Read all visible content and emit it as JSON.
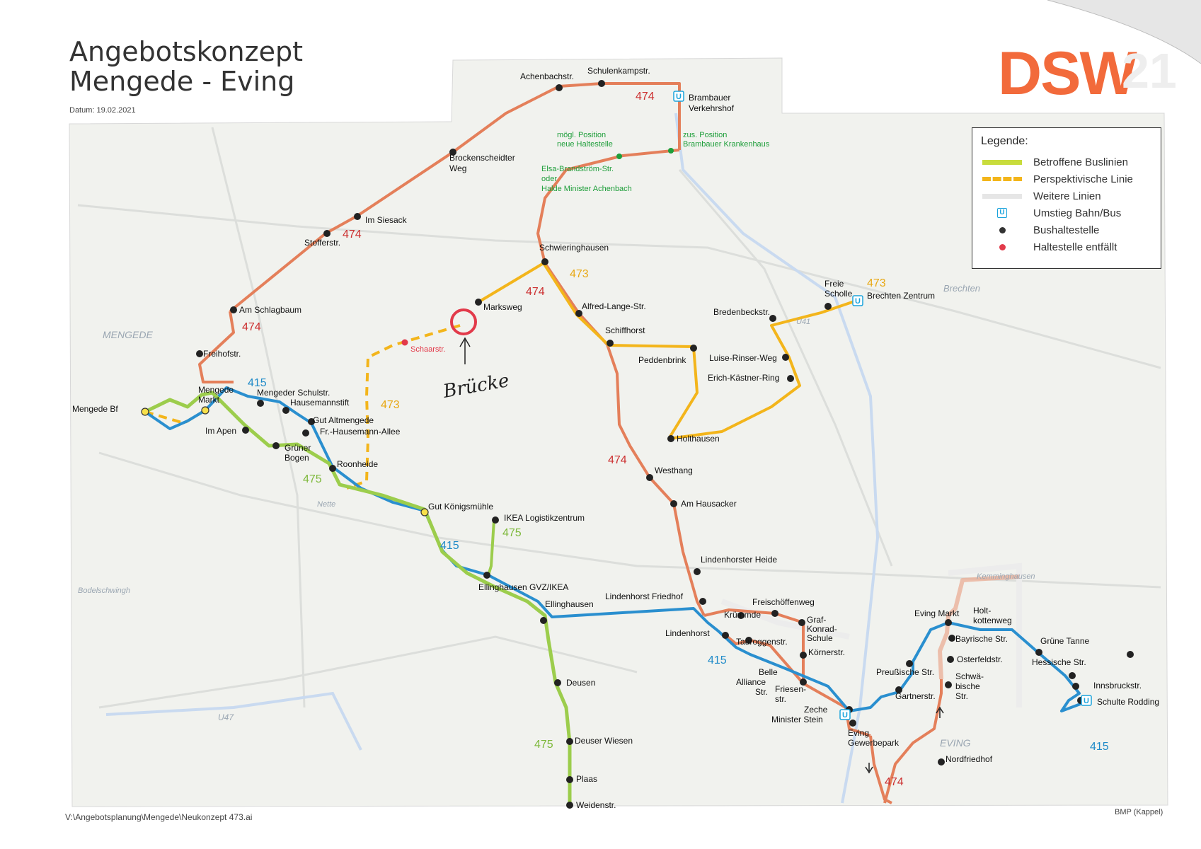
{
  "header": {
    "title_line1": "Angebotskonzept",
    "title_line2": "Mengede - Eving",
    "date": "Datum: 19.02.2021",
    "brand": "DSW",
    "brand_suffix": "21",
    "brand_color": "#f26a3b"
  },
  "footer": {
    "file_path": "V:\\Angebotsplanung\\Mengede\\Neukonzept 473.ai",
    "credit": "BMP (Kappel)"
  },
  "legend": {
    "title": "Legende:",
    "items": [
      {
        "label": "Betroffene Buslinien",
        "symbol": "green-line",
        "color": "#c8dc3c"
      },
      {
        "label": "Perspektivische Linie",
        "symbol": "dashed-line",
        "color": "#f3b51b"
      },
      {
        "label": "Weitere Linien",
        "symbol": "grey-line",
        "color": "#e6e6e6"
      },
      {
        "label": "Umstieg Bahn/Bus",
        "symbol": "u-icon",
        "color": "#1aa3dc"
      },
      {
        "label": "Bushaltestelle",
        "symbol": "bus-stop-dot",
        "color": "#333333"
      },
      {
        "label": "Haltestelle entfällt",
        "symbol": "removed-stop-dot",
        "color": "#e23a4a"
      }
    ]
  },
  "colors": {
    "line_474": "#e47f5a",
    "line_473": "#f3b51b",
    "line_415": "#2a8fcf",
    "line_475": "#9ccd4c",
    "label_474": "#cc2f2f",
    "label_473": "#e8a814",
    "label_415": "#1e8ac8",
    "label_475": "#7db83a",
    "green_text": "#1e9e3a"
  },
  "route_labels": [
    {
      "text": "474",
      "line": "474"
    },
    {
      "text": "474",
      "line": "474"
    },
    {
      "text": "474",
      "line": "474"
    },
    {
      "text": "474",
      "line": "474"
    },
    {
      "text": "474",
      "line": "474"
    },
    {
      "text": "474",
      "line": "474"
    },
    {
      "text": "473",
      "line": "473"
    },
    {
      "text": "473",
      "line": "473"
    },
    {
      "text": "473",
      "line": "473"
    },
    {
      "text": "415",
      "line": "415"
    },
    {
      "text": "415",
      "line": "415"
    },
    {
      "text": "415",
      "line": "415"
    },
    {
      "text": "415",
      "line": "415"
    },
    {
      "text": "475",
      "line": "475"
    },
    {
      "text": "475",
      "line": "475"
    },
    {
      "text": "475",
      "line": "475"
    }
  ],
  "stops": [
    "Achenbachstr.",
    "Schulenkampstr.",
    "Brambauer",
    "Verkehrshof",
    "Brockenscheidter",
    "Weg",
    "Im Siesack",
    "Stofferstr.",
    "Am Schlagbaum",
    "Freihofstr.",
    "Mengede",
    "Markt",
    "Mengede Bf",
    "Mengeder Schulstr.",
    "Hausemannstift",
    "Gut Altmengede",
    "Fr.-Hausemann-Allee",
    "Im Apen",
    "Grüner",
    "Bogen",
    "Roonheide",
    "Gut Königsmühle",
    "IKEA Logistikzentrum",
    "Ellinghausen GVZ/IKEA",
    "Ellinghausen",
    "Deusen",
    "Deuser Wiesen",
    "Plaas",
    "Weidenstr.",
    "Schwieringhausen",
    "Marksweg",
    "Alfred-Lange-Str.",
    "Schiffhorst",
    "Peddenbrink",
    "Luise-Rinser-Weg",
    "Erich-Kästner-Ring",
    "Holthausen",
    "Bredenbeckstr.",
    "Freie",
    "Scholle",
    "Brechten Zentrum",
    "Westhang",
    "Am Hausacker",
    "Lindenhorster Heide",
    "Lindenhorst Friedhof",
    "Freischöffenweg",
    "Krümmde",
    "Graf-",
    "Konrad-",
    "Schule",
    "Lindenhorst",
    "Tauroggenstr.",
    "Körnerstr.",
    "Belle",
    "Alliance",
    "Str.",
    "Friesen-",
    "str.",
    "Zeche",
    "Minister Stein",
    "Eving",
    "Gewerbepark",
    "Eving Markt",
    "Holt-",
    "kottenweg",
    "Bayrische Str.",
    "Grüne Tanne",
    "Osterfeldstr.",
    "Preußische Str.",
    "Gartnerstr.",
    "Schwä-",
    "bische",
    "Str.",
    "Hessische Str.",
    "Innsbruckstr.",
    "Schulte Rodding",
    "Nordfriedhof"
  ],
  "removed_stop": "Schaarstr.",
  "proposals": {
    "pos_new_line1": "mögl. Position",
    "pos_new_line2": "neue Haltestelle",
    "pos_add_line1": "zus. Position",
    "pos_add_line2": "Brambauer Krankenhaus",
    "alt_line1": "Elsa-Brandström-Str.",
    "alt_line2": "oder",
    "alt_line3": "Halde Minister Achenbach"
  },
  "handwriting": "Brücke",
  "place_names": [
    "MENGEDE",
    "Brechten",
    "EVING",
    "Kemminghausen",
    "Bodelschwingh",
    "U47",
    "Nette",
    "U41"
  ]
}
